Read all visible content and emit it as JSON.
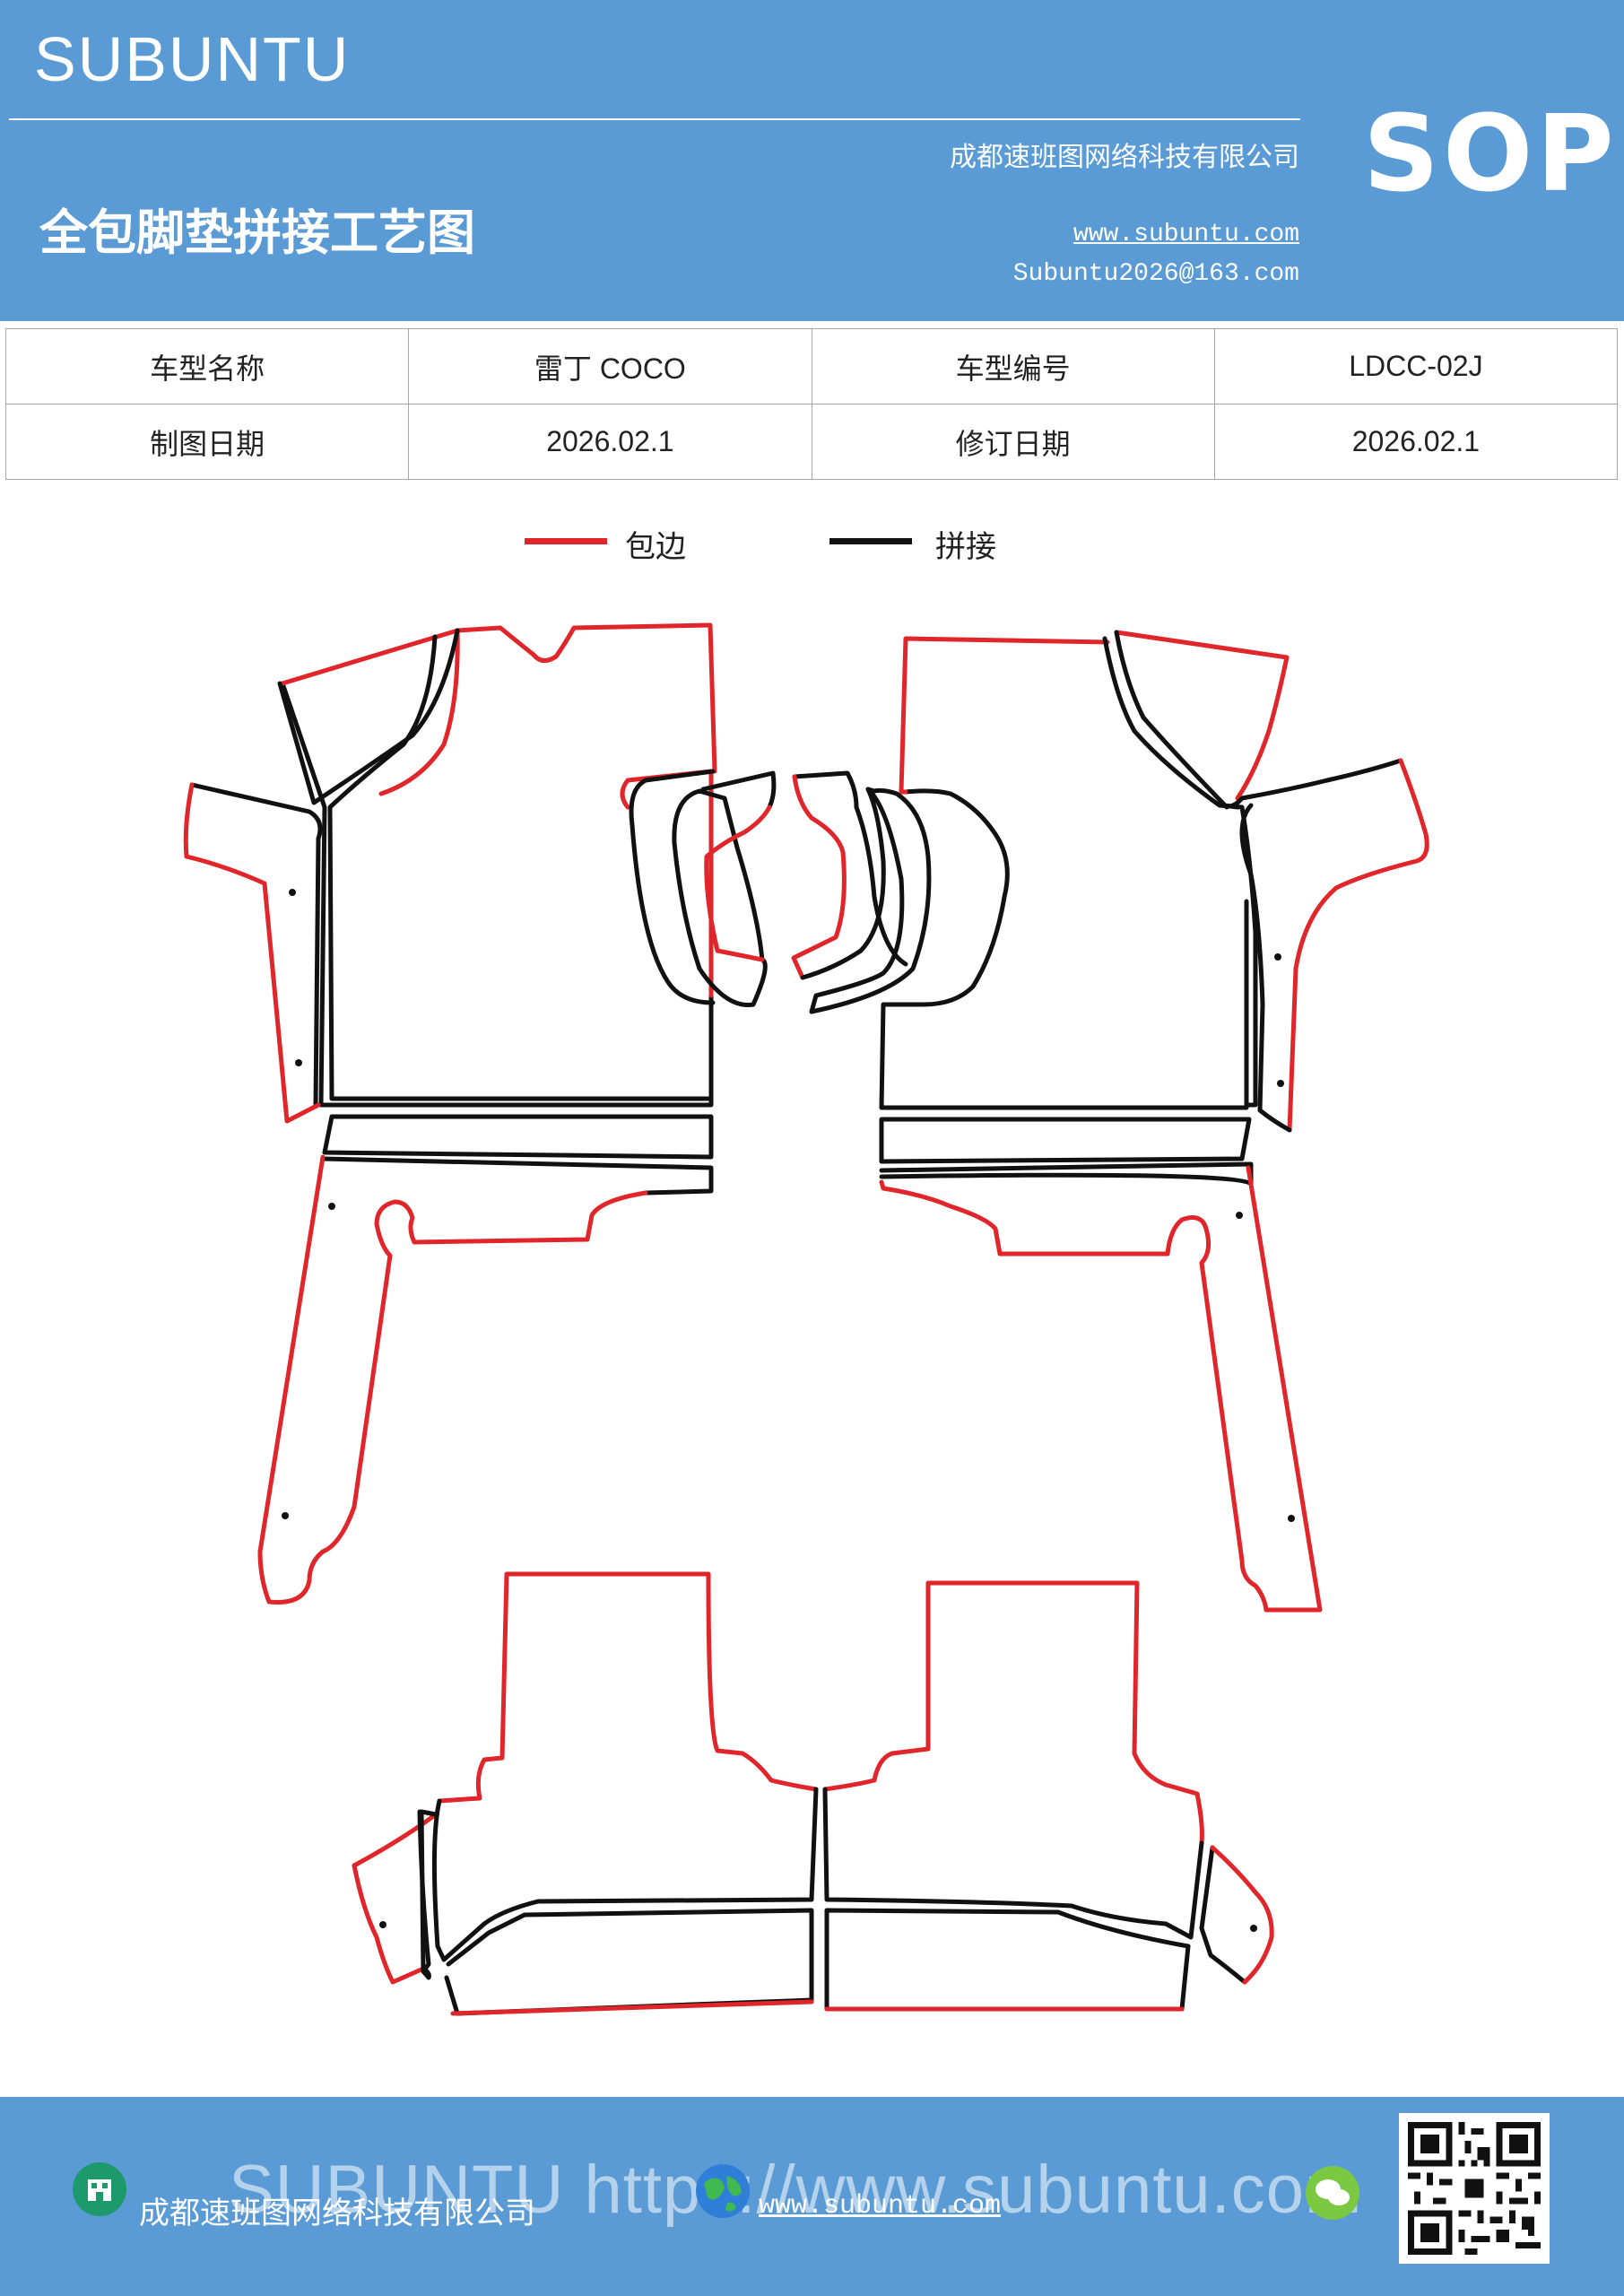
{
  "header": {
    "brand": "SUBUNTU",
    "company": "成都速班图网络科技有限公司",
    "title": "全包脚垫拼接工艺图",
    "website": "www.subuntu.com",
    "email": "Subuntu2026@163.com",
    "badge": "SOP"
  },
  "info": {
    "model_name_label": "车型名称",
    "model_name_value": "雷丁 COCO",
    "model_code_label": "车型编号",
    "model_code_value": "LDCC-02J",
    "draw_date_label": "制图日期",
    "draw_date_value": "2026.02.1",
    "revise_date_label": "修订日期",
    "revise_date_value": "2026.02.1"
  },
  "legend": {
    "edge_label": "包边",
    "edge_color": "#e0262a",
    "seam_label": "拼接",
    "seam_color": "#111111"
  },
  "footer": {
    "watermark": "SUBUNTU https://www.subuntu.com",
    "company": "成都速班图网络科技有限公司",
    "website": "www.subuntu.com"
  },
  "icons": {
    "company_icon": "building-icon",
    "web_icon": "globe-icon",
    "chat_icon": "wechat-icon",
    "qr": "qr-code"
  }
}
